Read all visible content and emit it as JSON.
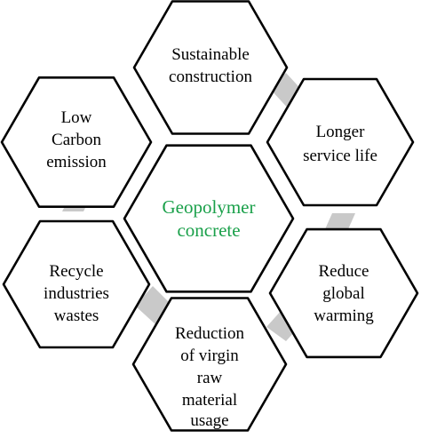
{
  "center": {
    "lines": [
      "Geopolymer",
      "concrete"
    ],
    "color": "#1aa04a"
  },
  "nodes": [
    {
      "id": "sustainable-construction",
      "lines": [
        "Sustainable",
        "construction"
      ]
    },
    {
      "id": "longer-service-life",
      "lines": [
        "Longer",
        "service life"
      ]
    },
    {
      "id": "reduce-global-warming",
      "lines": [
        "Reduce",
        "global",
        "warming"
      ]
    },
    {
      "id": "reduction-virgin-material",
      "lines": [
        "Reduction",
        "of virgin",
        "raw",
        "material",
        "usage"
      ]
    },
    {
      "id": "recycle-industries-wastes",
      "lines": [
        "Recycle",
        "industries",
        "wastes"
      ]
    },
    {
      "id": "low-carbon-emission",
      "lines": [
        "Low",
        "Carbon",
        "emission"
      ]
    }
  ],
  "connector_color": "#c9c9c9"
}
